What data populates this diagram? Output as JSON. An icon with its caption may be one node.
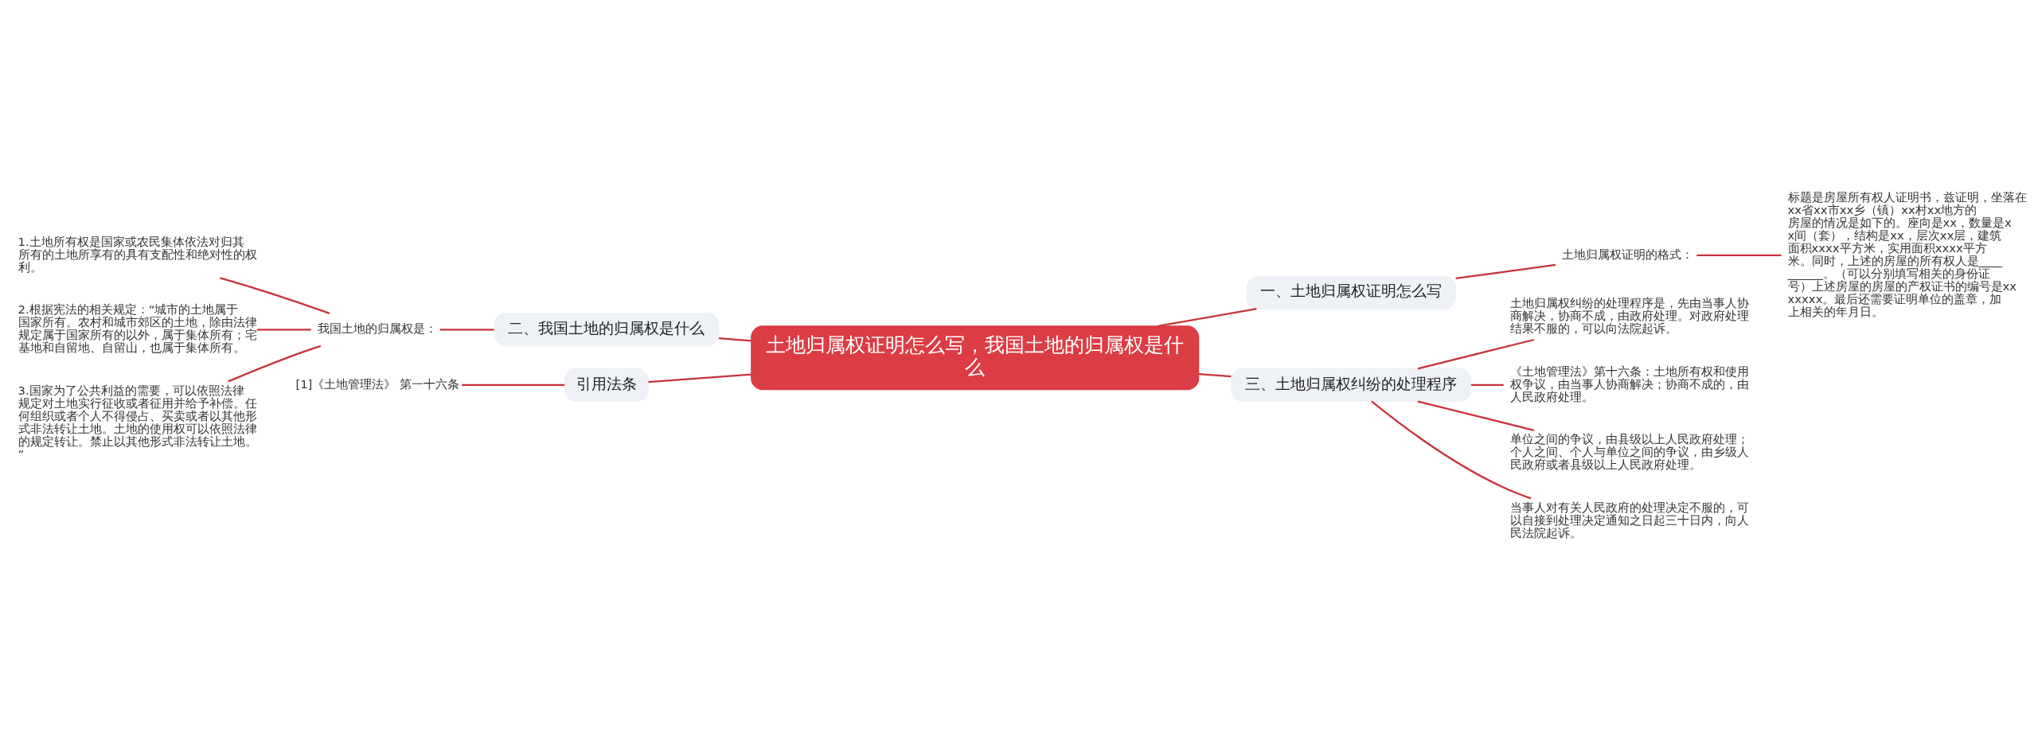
{
  "diagram": {
    "nodes": [
      {
        "text": [
          "土地归属权证明怎么写，我国土地的归属权是什么"
        ]
      },
      {
        "text": [
          "一、土地归属权证明怎么写"
        ]
      },
      {
        "text": [
          "土地归属权证明的格式："
        ]
      },
      {
        "text": [
          "标题是房屋所有权人证明书，兹证明，坐落在xx省xx市xx乡（镇）xx村xx地方的房屋的情况是如下的。座向是xx，数量是xx间（套），结构是xx，层次xx层，建筑面积xxxx平方米，实用面积xxxx平方米。同时，上述的房屋的所有权人是__________。（可以分别填写相关的身份证号）上述房屋的房屋的产权证书的编号是xxxxxxx。最后还需要证明单位的盖章，加上相关的年月日。"
        ]
      },
      {
        "text": [
          "三、土地归属权纠纷的处理程序"
        ]
      },
      {
        "text": [
          "土地归属权纠纷的处理程序是，先由当事人协商解决，协商不成，由政府处理。对政府处理结果不服的，可以向法院起诉。"
        ]
      },
      {
        "text": [
          "《土地管理法》第十六条：土地所有权和使用权争议，由当事人协商解决；协商不成的，由人民政府处理。"
        ]
      },
      {
        "text": [
          "单位之间的争议，由县级以上人民政府处理；个人之间、个人与单位之间的争议，由乡级人民政府或者县级以上人民政府处理。"
        ]
      },
      {
        "text": [
          "当事人对有关人民政府的处理决定不服的，可以自接到处理决定通知之日起三十日内，向人民法院起诉。"
        ]
      },
      {
        "text": [
          "二、我国土地的归属权是什么"
        ]
      },
      {
        "text": [
          "我国土地的归属权是："
        ]
      },
      {
        "text": [
          "1.土地所有权是国家或农民集体依法对归其所有的土地所享有的具有支配性和绝对性的权利。"
        ]
      },
      {
        "text": [
          "2.根据宪法的相关规定：“城市的土地属于国家所有。农村和城市郊区的土地，除由法律规定属于国家所有的以外，属于集体所有；宅基地和自留地、自留山，也属于集体所有。"
        ]
      },
      {
        "text": [
          "3.国家为了公共利益的需要，可以依照法律规定对土地实行征收或者征用并给予补偿。任何组织或者个人不得侵占、买卖或者以其他形式非法转让土地。土地的使用权可以依照法律的规定转让。禁止以其他形式非法转让土地。”"
        ]
      },
      {
        "text": [
          "引用法条"
        ]
      },
      {
        "text": [
          "[1]《土地管理法》 第一十六条"
        ]
      }
    ],
    "edges": [
      {
        "from": 0,
        "to": 1,
        "arrow": "none"
      },
      {
        "from": 1,
        "to": 2,
        "arrow": "none"
      },
      {
        "from": 2,
        "to": 3,
        "arrow": "none"
      },
      {
        "from": 0,
        "to": 4,
        "arrow": "none"
      },
      {
        "from": 4,
        "to": 5,
        "arrow": "none"
      },
      {
        "from": 4,
        "to": 6,
        "arrow": "none"
      },
      {
        "from": 4,
        "to": 7,
        "arrow": "none"
      },
      {
        "from": 4,
        "to": 8,
        "arrow": "none"
      },
      {
        "from": 9,
        "to": 0,
        "arrow": "none"
      },
      {
        "from": 10,
        "to": 9,
        "arrow": "none"
      },
      {
        "from": 11,
        "to": 10,
        "arrow": "none"
      },
      {
        "from": 12,
        "to": 10,
        "arrow": "none"
      },
      {
        "from": 13,
        "to": 10,
        "arrow": "none"
      },
      {
        "from": 14,
        "to": 0,
        "arrow": "none"
      },
      {
        "from": 15,
        "to": 14,
        "arrow": "none"
      }
    ]
  }
}
